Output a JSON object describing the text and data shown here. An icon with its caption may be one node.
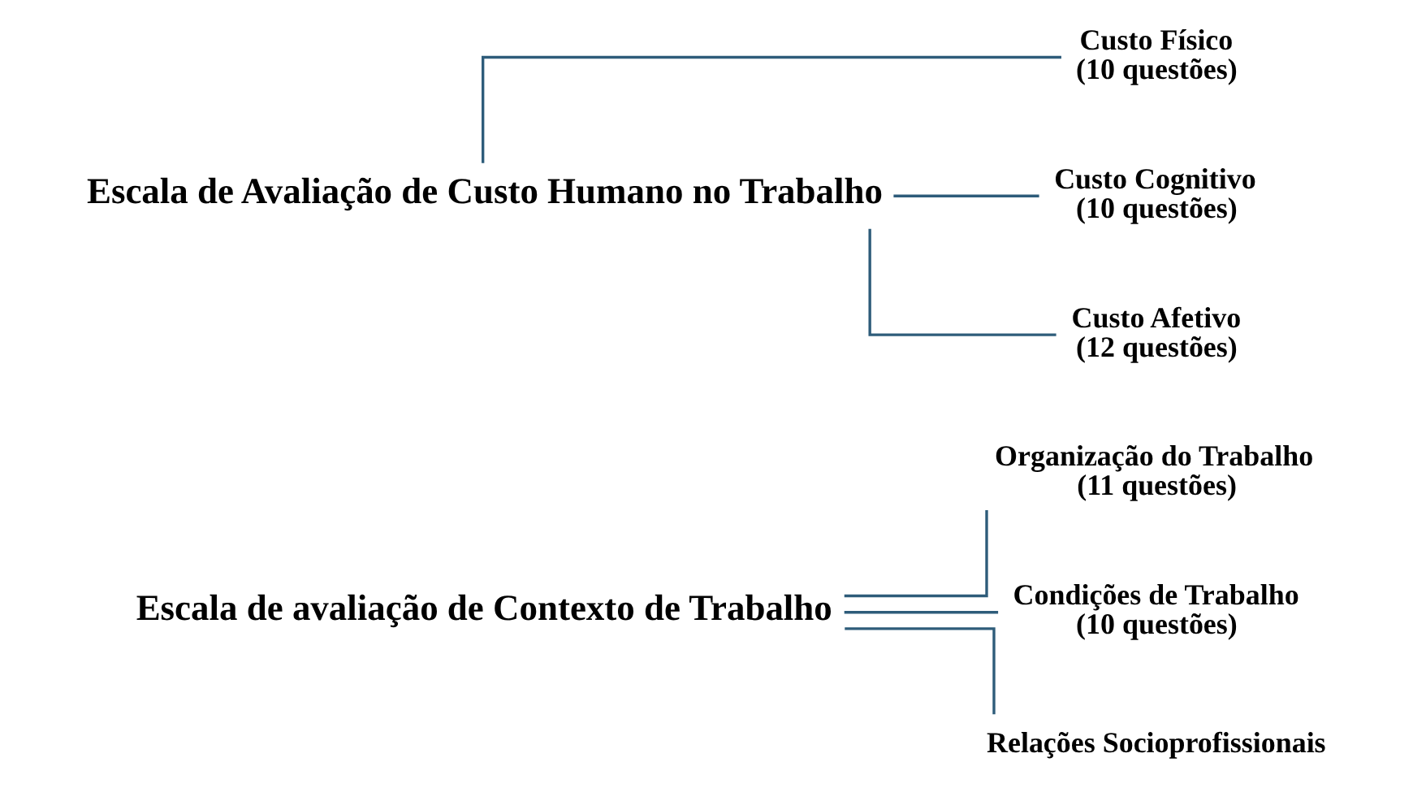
{
  "diagram": {
    "nodes": [
      {
        "text": [
          "Escala de avaliação de Contexto de Trabalho"
        ]
      },
      {
        "text": [
          "Organização do Trabalho",
          "(11 questões)"
        ]
      },
      {
        "text": [
          "Condições de Trabalho",
          "(10 questões)"
        ]
      },
      {
        "text": [
          "Relações Socioprofissionais"
        ]
      },
      {
        "text": [
          "Escala de Avaliação de Custo Humano no Trabalho"
        ]
      },
      {
        "text": [
          "Custo Físico",
          "(10 questões)"
        ]
      },
      {
        "text": [
          "Custo Cognitivo",
          "(10 questões)"
        ]
      },
      {
        "text": [
          "Custo Afetivo",
          "(12 questões)"
        ]
      }
    ],
    "edges": [
      {
        "from": 0,
        "to": 1,
        "arrow": "none"
      },
      {
        "from": 0,
        "to": 2,
        "arrow": "none"
      },
      {
        "from": 0,
        "to": 3,
        "arrow": "none"
      },
      {
        "from": 4,
        "to": 5,
        "arrow": "none"
      },
      {
        "from": 4,
        "to": 6,
        "arrow": "none"
      },
      {
        "from": 4,
        "to": 7,
        "arrow": "none"
      }
    ]
  }
}
